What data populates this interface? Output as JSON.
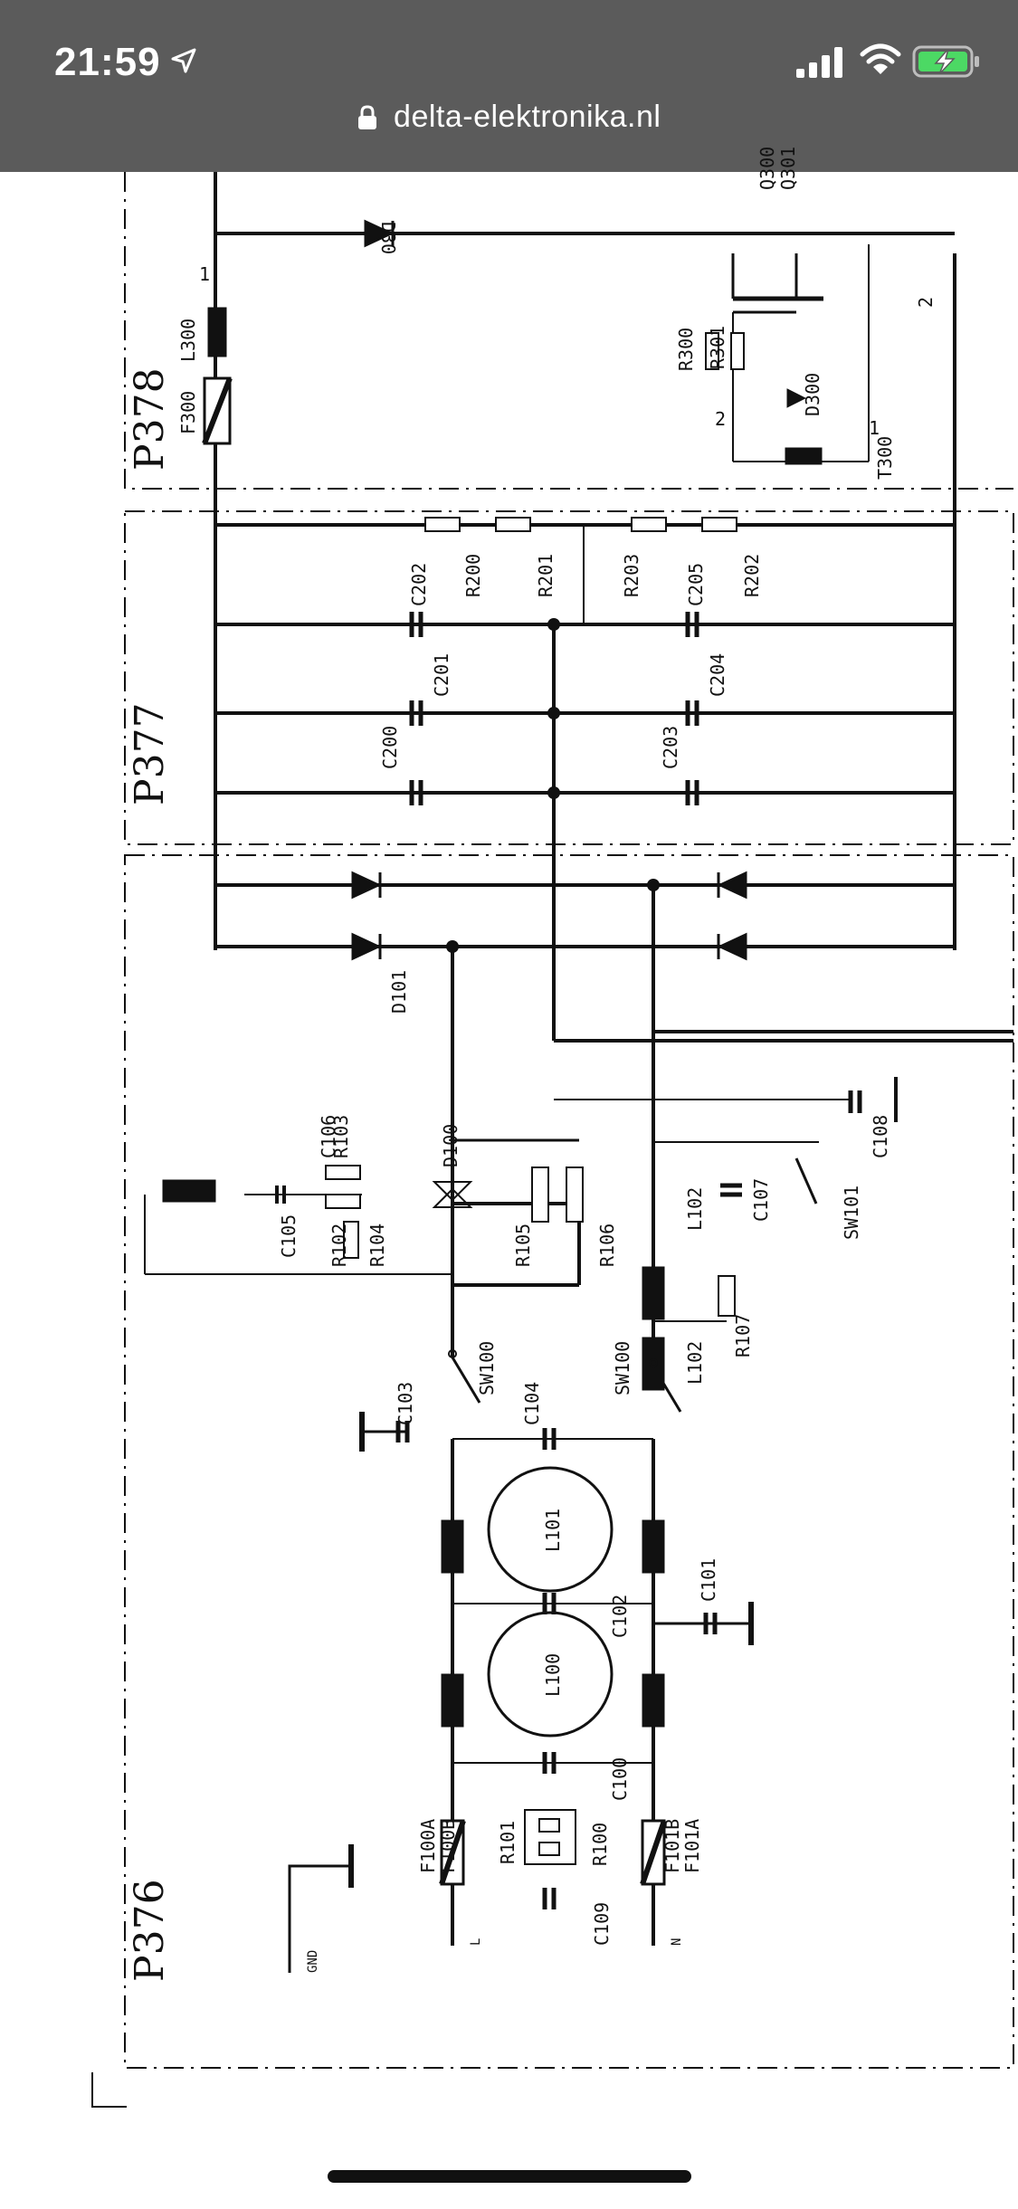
{
  "status": {
    "time": "21:59"
  },
  "browser": {
    "url": "delta-elektronika.nl"
  },
  "schematic": {
    "blocks": [
      "P376",
      "P377",
      "P378"
    ],
    "labels": {
      "d300": "D30",
      "q300": "Q300",
      "q301": "Q301",
      "l300": "L300",
      "f300": "F300",
      "r300": "R300",
      "r301": "R301",
      "dz300": "D300",
      "t300": "T300",
      "pin1a": "1",
      "pin2a": "2",
      "pin2b": "2",
      "pin1b": "1",
      "c202": "C202",
      "r200": "R200",
      "r201": "R201",
      "r203": "R203",
      "c205": "C205",
      "r202": "R202",
      "c201": "C201",
      "c204": "C204",
      "c200": "C200",
      "c203": "C203",
      "d101": "D101",
      "c106": "C106",
      "r103": "R103",
      "d100": "D100",
      "c105": "C105",
      "r102": "R102",
      "r104": "R104",
      "r105": "R105",
      "r106": "R106",
      "l102a": "L102",
      "l102b": "L102",
      "c107": "C107",
      "r107": "R107",
      "sw101": "SW101",
      "c108": "C108",
      "sw100a": "SW100",
      "sw100b": "SW100",
      "c103": "C103",
      "c104": "C104",
      "l101": "L101",
      "c102": "C102",
      "c101": "C101",
      "l100": "L100",
      "c100": "C100",
      "r101": "R101",
      "r100": "R100",
      "f100a": "F100A",
      "f100b": "F100B",
      "f101b": "F101B",
      "f101a": "F101A",
      "c109": "C109",
      "gnd": "GND",
      "l": "L",
      "n": "N"
    }
  }
}
